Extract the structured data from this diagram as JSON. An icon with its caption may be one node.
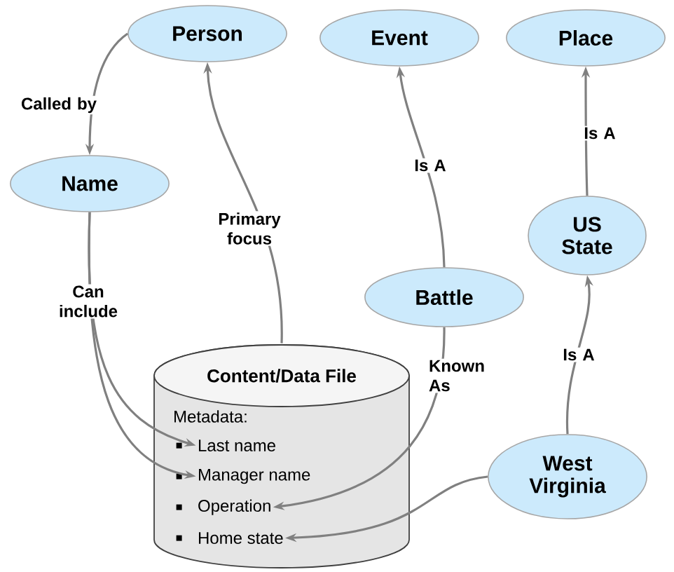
{
  "diagram": {
    "nodes": [
      {
        "text": [
          "Person"
        ]
      },
      {
        "text": [
          "Event"
        ]
      },
      {
        "text": [
          "Place"
        ]
      },
      {
        "text": [
          "Name"
        ]
      },
      {
        "text": [
          "US State"
        ]
      },
      {
        "text": [
          "Battle"
        ]
      },
      {
        "text": [
          "Content/Data File",
          "Metadata:"
        ]
      },
      {
        "text": [
          "Last name"
        ],
        "in": 6
      },
      {
        "text": [
          "Manager name"
        ],
        "in": 6
      },
      {
        "text": [
          "Operation"
        ],
        "in": 6
      },
      {
        "text": [
          "Home state"
        ],
        "in": 6
      },
      {
        "text": [
          "West Virginia"
        ]
      }
    ],
    "edges": [
      {
        "from": 0,
        "to": 3,
        "arrow": "to",
        "label": "Called by"
      },
      {
        "from": 6,
        "to": 0,
        "arrow": "to",
        "label": "Primary focus"
      },
      {
        "from": 5,
        "to": 1,
        "arrow": "to",
        "label": "Is A"
      },
      {
        "from": 4,
        "to": 2,
        "arrow": "to",
        "label": "Is A"
      },
      {
        "from": 11,
        "to": 4,
        "arrow": "to",
        "label": "Is A"
      },
      {
        "from": 3,
        "to": 7,
        "arrow": "to",
        "label": "Can include"
      },
      {
        "from": 3,
        "to": 8,
        "arrow": "to"
      },
      {
        "from": 5,
        "to": 9,
        "arrow": "to",
        "label": "Known As"
      },
      {
        "from": 11,
        "to": 10,
        "arrow": "to"
      }
    ]
  }
}
